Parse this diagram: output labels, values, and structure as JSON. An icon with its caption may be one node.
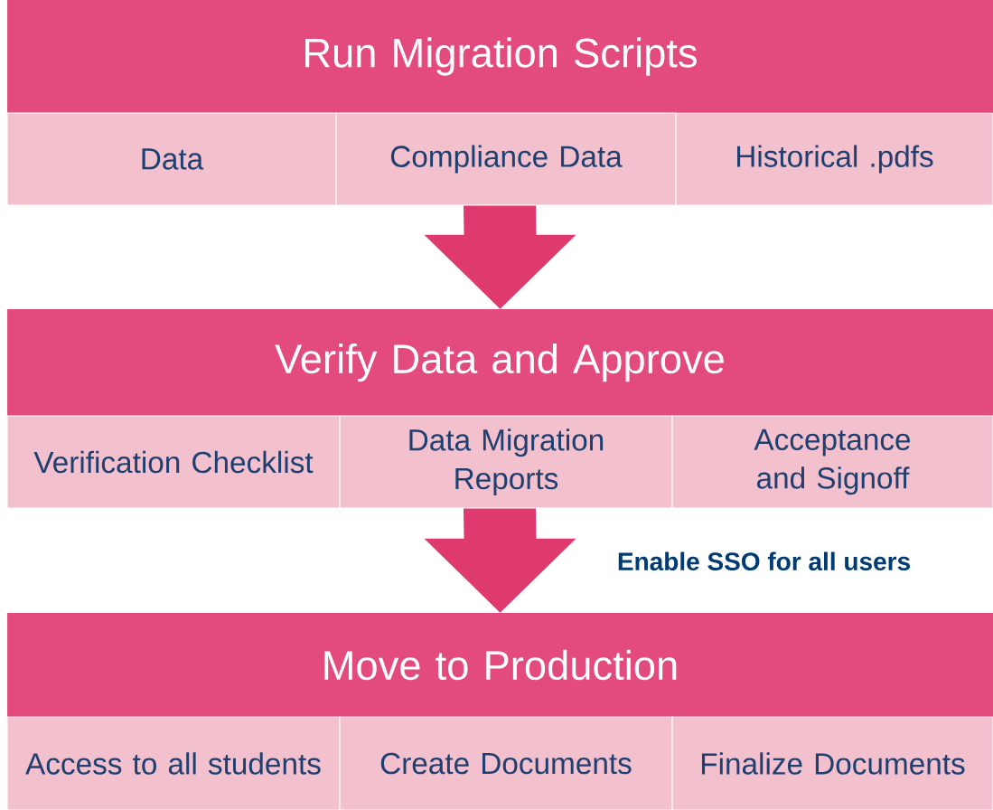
{
  "diagram": {
    "nodes": [
      {
        "text": [
          "Run Migration Scripts"
        ]
      },
      {
        "text": [
          "Data"
        ]
      },
      {
        "text": [
          "Compliance Data"
        ]
      },
      {
        "text": [
          "Historical .pdfs"
        ]
      },
      {
        "text": [
          "Verify Data and Approve"
        ]
      },
      {
        "text": [
          "Verification Checklist"
        ]
      },
      {
        "text": [
          "Data Migration Reports"
        ]
      },
      {
        "text": [
          "Acceptance and Signoff"
        ]
      },
      {
        "text": [
          "Move to Production"
        ]
      },
      {
        "text": [
          "Access to all students"
        ]
      },
      {
        "text": [
          "Create Documents"
        ]
      },
      {
        "text": [
          "Finalize Documents"
        ]
      }
    ],
    "edges": [
      {
        "from": 2,
        "to": 4,
        "arrow": "to"
      },
      {
        "from": 6,
        "to": 8,
        "arrow": "to",
        "label": "Enable SSO for all users"
      }
    ]
  }
}
